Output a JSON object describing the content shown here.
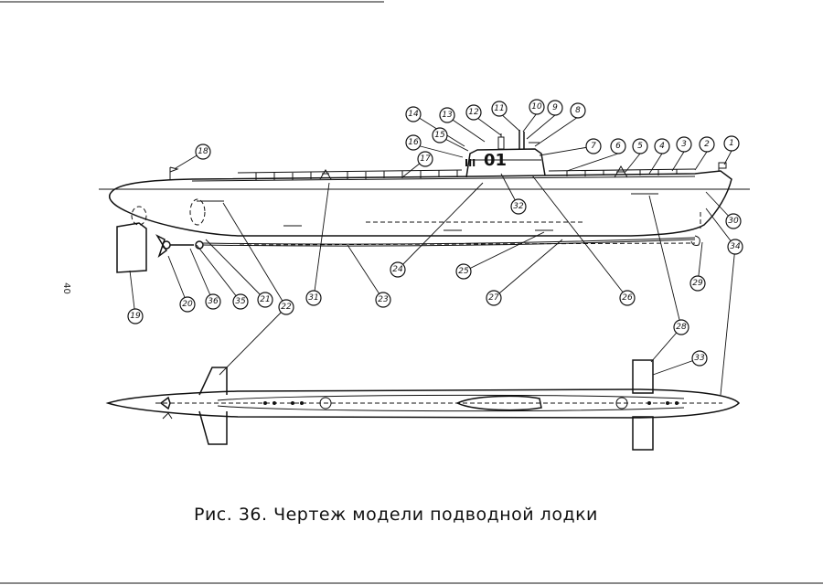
{
  "figure": {
    "caption": "Рис. 36. Чертеж модели подводной лодки",
    "page_number": "40",
    "hull_number": "01",
    "sail_mark": "III"
  },
  "callouts": [
    "1",
    "2",
    "3",
    "4",
    "5",
    "6",
    "7",
    "8",
    "9",
    "10",
    "11",
    "12",
    "13",
    "14",
    "15",
    "16",
    "17",
    "18",
    "19",
    "20",
    "21",
    "22",
    "23",
    "24",
    "25",
    "26",
    "27",
    "28",
    "29",
    "30",
    "31",
    "32",
    "33",
    "34",
    "35",
    "36"
  ]
}
